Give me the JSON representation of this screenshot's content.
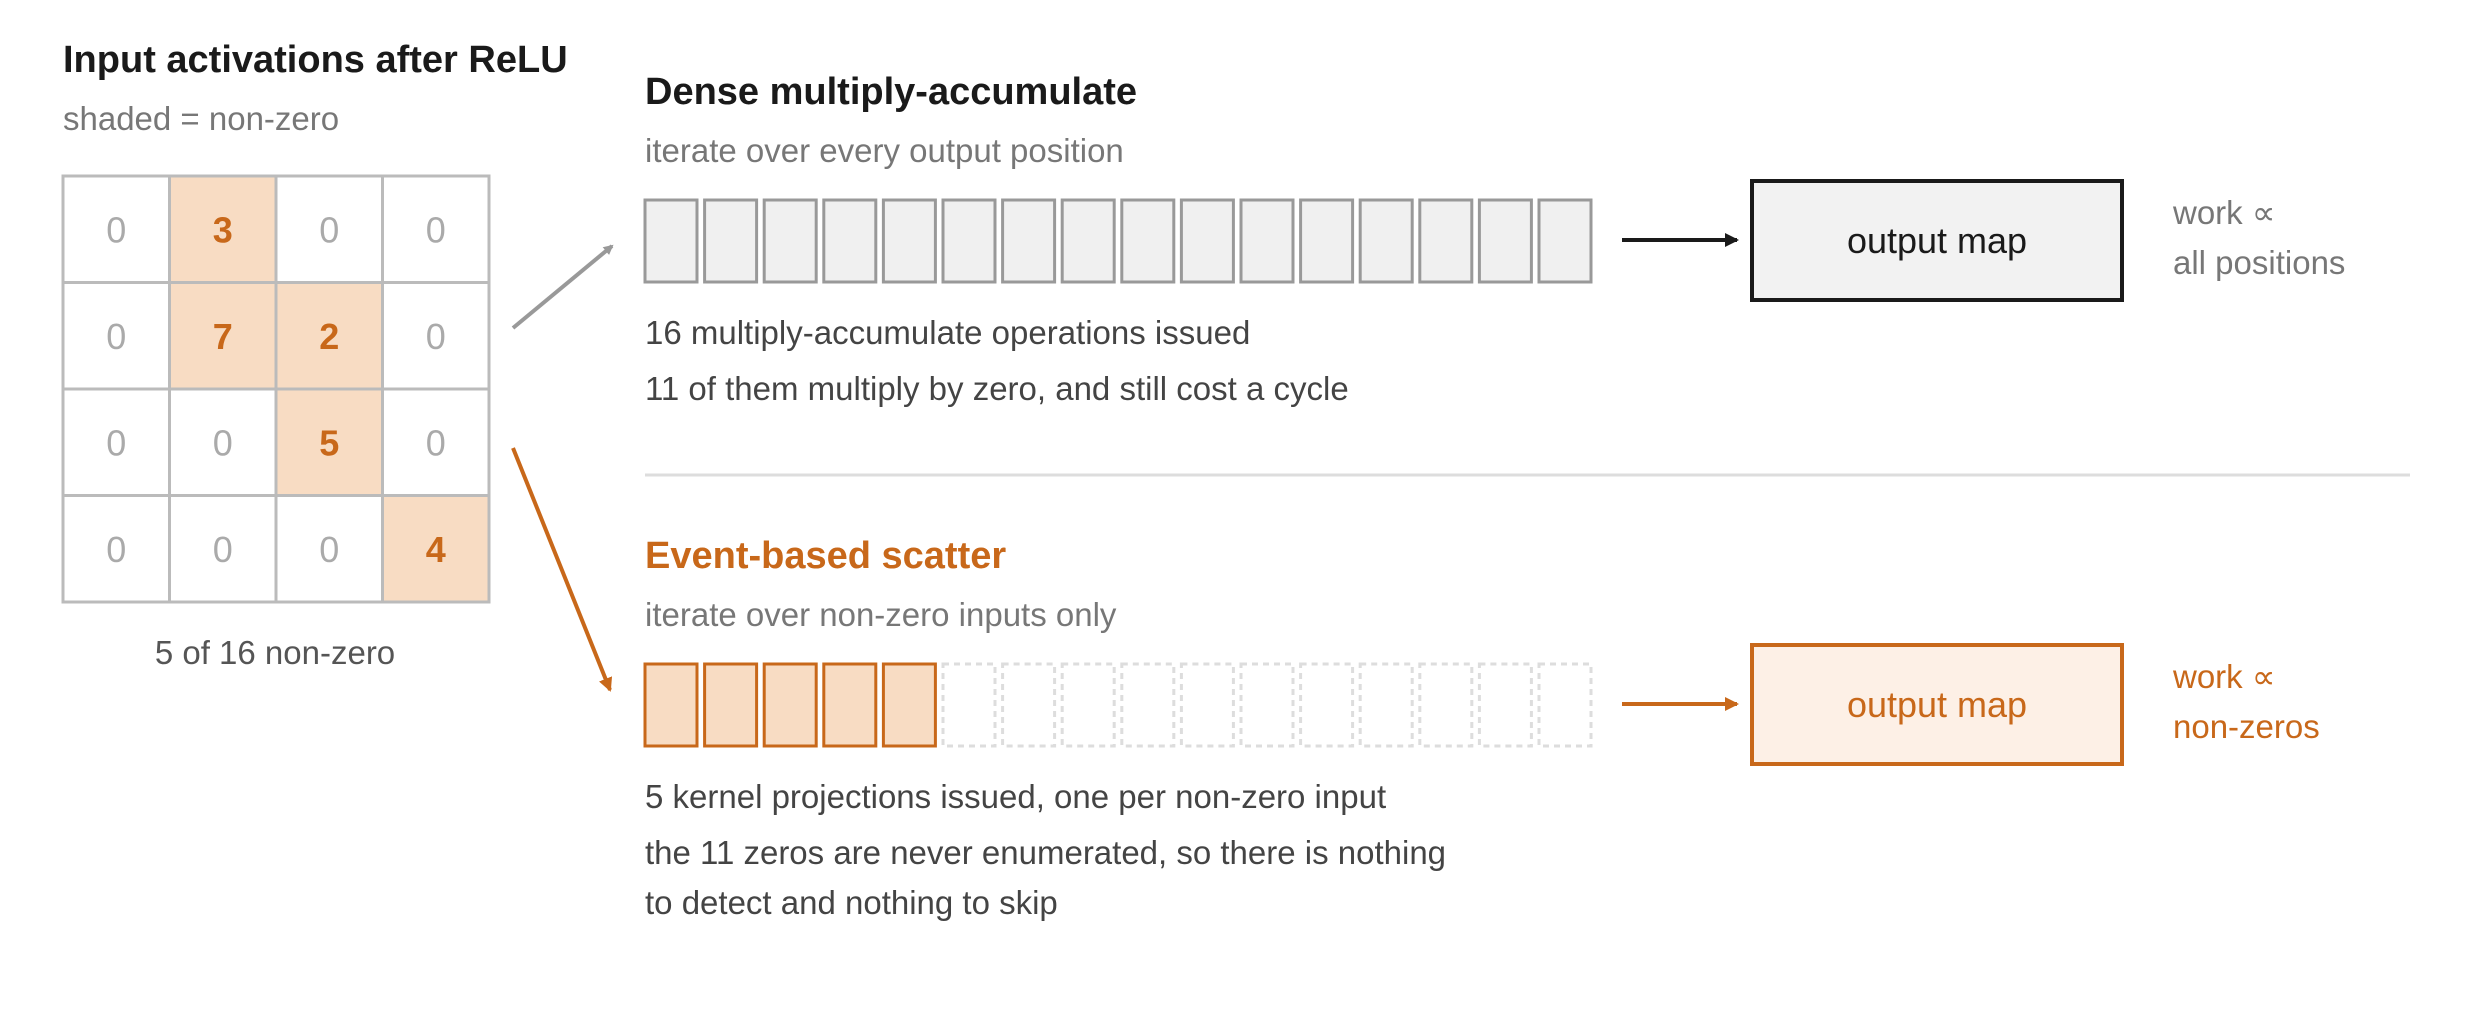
{
  "input": {
    "title": "Input activations after ReLU",
    "subtitle": "shaded = non-zero",
    "grid": [
      [
        "0",
        "3",
        "0",
        "0"
      ],
      [
        "0",
        "7",
        "2",
        "0"
      ],
      [
        "0",
        "0",
        "5",
        "0"
      ],
      [
        "0",
        "0",
        "0",
        "4"
      ]
    ],
    "caption": "5 of 16 non-zero"
  },
  "dense": {
    "title": "Dense multiply-accumulate",
    "subtitle": "iterate over every output position",
    "slots_total": 16,
    "output_label": "output map",
    "work_line1": "work ∝",
    "work_line2": "all positions",
    "note1": "16 multiply-accumulate operations issued",
    "note2": "11 of them multiply by zero, and still cost a cycle"
  },
  "event": {
    "title": "Event-based scatter",
    "subtitle": "iterate over non-zero inputs only",
    "slots_total": 16,
    "slots_active": 5,
    "output_label": "output map",
    "work_line1": "work ∝",
    "work_line2": "non-zeros",
    "note1": "5 kernel projections issued, one per non-zero input",
    "note2": "the 11 zeros are never enumerated, so there is nothing",
    "note3": "to detect and nothing to skip"
  },
  "colors": {
    "accent": "#c8681a",
    "accent_fill": "#f8dcc3",
    "accent_light": "#fdf0e6",
    "gray_fill": "#f0f0f0",
    "gray_stroke": "#999999",
    "dark": "#1a1a1a",
    "muted": "#777777",
    "divider": "#dddddd"
  }
}
